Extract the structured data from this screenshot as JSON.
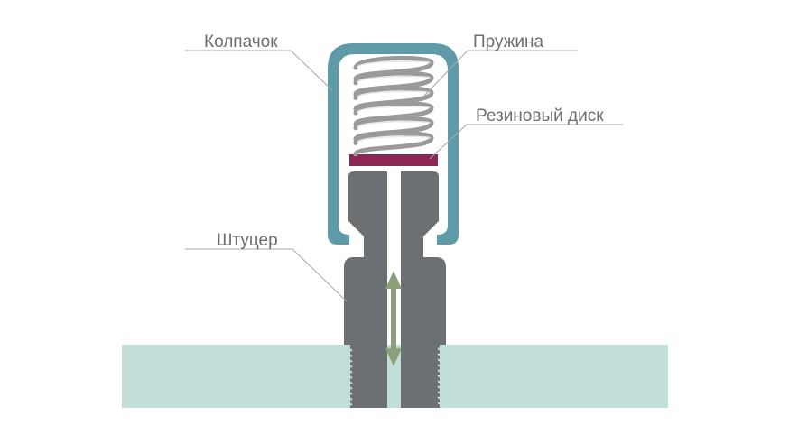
{
  "labels": {
    "cap": "Колпачок",
    "spring": "Пружина",
    "rubber_disk": "Резиновый диск",
    "fitting": "Штуцер"
  },
  "colors": {
    "cap": "#5e9aa8",
    "spring": "#9a9a9a",
    "rubber_disk": "#8b2752",
    "fitting": "#6c7073",
    "base": "#c3ded8",
    "arrow": "#8ea07a",
    "text": "#6d6d6d",
    "leader": "#a8a8a8"
  },
  "icons": {
    "flow_arrow": "double-headed-arrow-icon"
  }
}
